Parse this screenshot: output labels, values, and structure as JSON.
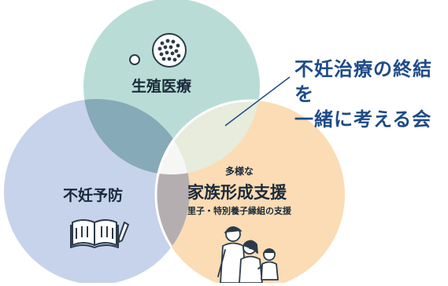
{
  "title": {
    "line1": "不妊治療の終結を",
    "line2": "一緒に考える会"
  },
  "circles": {
    "medicine": {
      "label": "生殖医療",
      "color": "#b9ddd6",
      "icon": "egg-cell-icon"
    },
    "prevention": {
      "label": "不妊予防",
      "color": "#c6d3eb",
      "icon": "book-pencil-icon"
    },
    "family": {
      "prefix": "多様な",
      "label": "家族形成支援",
      "sub": "里子・特別養子縁組の支援",
      "color": "#fbdcb4",
      "icon": "family-icon"
    }
  },
  "colors": {
    "title": "#1e4b88",
    "overlap": "#8fb0ad",
    "center": "#ffffff"
  }
}
